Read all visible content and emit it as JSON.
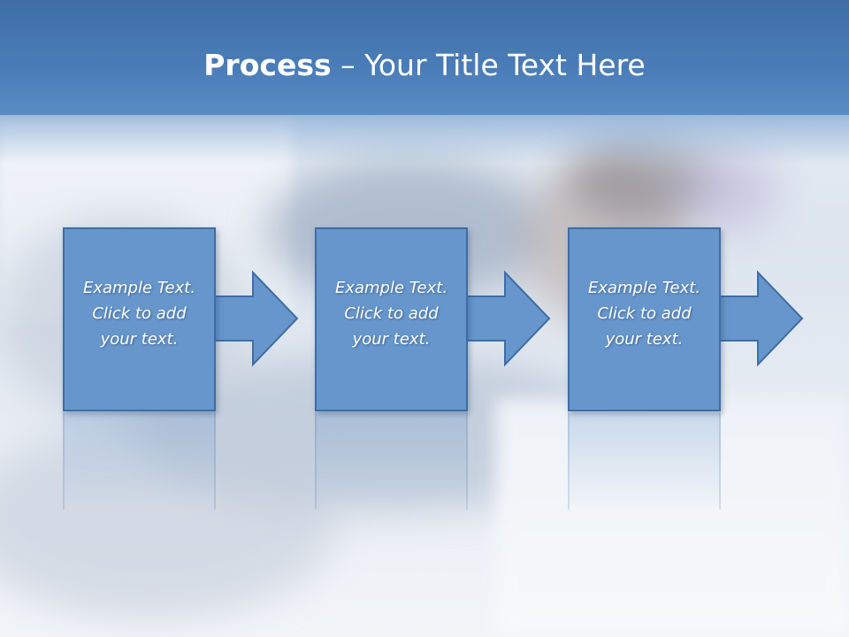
{
  "slide": {
    "title_bold": "Process",
    "title_rest": " – Your Title Text Here"
  },
  "steps": [
    {
      "label": "Example Text.\nClick  to add\nyour text."
    },
    {
      "label": "Example Text.\nClick  to add\nyour text."
    },
    {
      "label": "Example Text.\nClick  to add\nyour text."
    }
  ],
  "colors": {
    "header": "#4a7db8",
    "box_fill": "#6696cb",
    "box_border": "#3e6da6",
    "text": "#ffffff"
  },
  "icons": [
    "right-arrow-icon"
  ]
}
